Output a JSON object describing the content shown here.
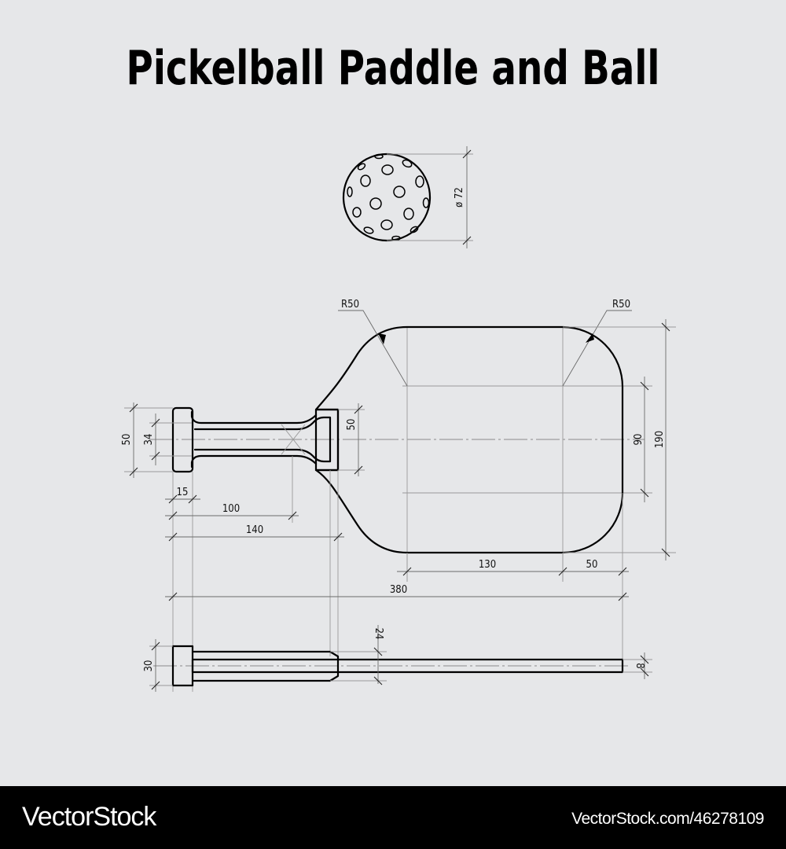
{
  "title": "Pickelball Paddle and Ball",
  "ball": {
    "diameter_label": "ø 72"
  },
  "paddle_top_view": {
    "radius_left_label": "R50",
    "radius_right_label": "R50",
    "handle_cap_height_label": "50",
    "handle_grip_height_label": "34",
    "throat_height_label": "50",
    "face_inner_height_label": "90",
    "face_total_height_label": "190",
    "cap_width_label": "15",
    "handle_to_throat_label": "100",
    "handle_length_label": "140",
    "face_flat_label": "130",
    "face_radius_offset_label": "50",
    "total_length_label": "380"
  },
  "paddle_side_view": {
    "cap_thickness_label": "30",
    "handle_thickness_label": "24",
    "face_thickness_label": "8"
  },
  "colors": {
    "background": "#e6e7e9",
    "outline": "#000000",
    "dimension_line": "#6b6b6b",
    "footer_bg": "#000000",
    "footer_text": "#ffffff"
  },
  "footer": {
    "brand": "VectorStock",
    "link": "VectorStock.com/46278109"
  }
}
